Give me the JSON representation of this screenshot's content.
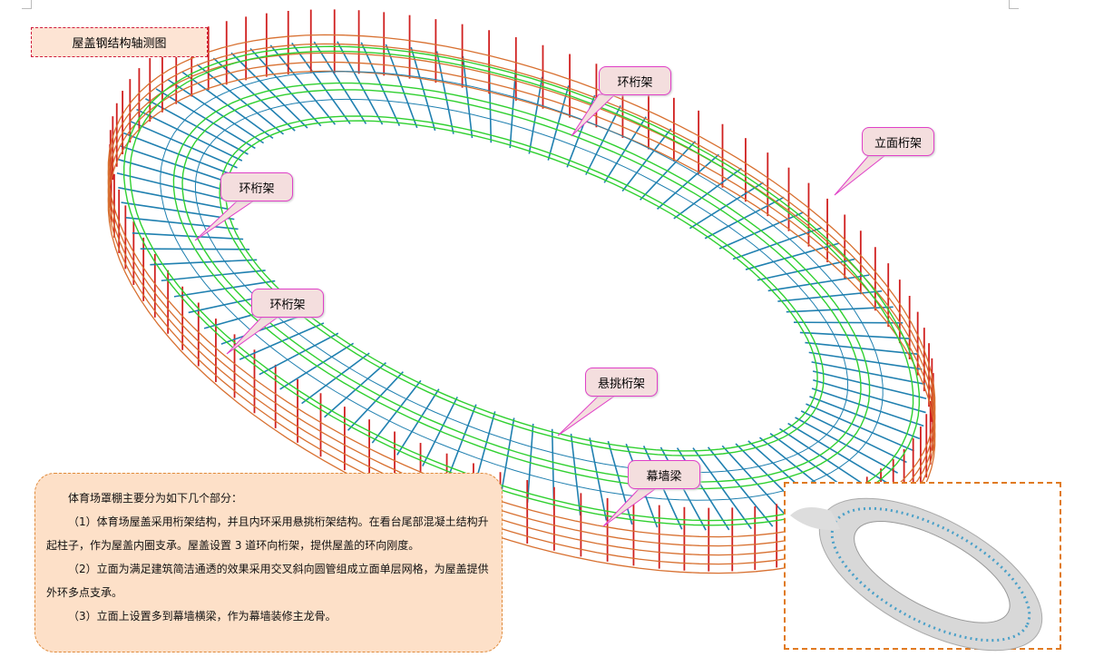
{
  "title": "屋盖钢结构轴测图",
  "callouts": {
    "ring_truss_top": "环桁架",
    "facade_truss": "立面桁架",
    "ring_truss_left": "环桁架",
    "ring_truss_mid": "环桁架",
    "cantilever_truss": "悬挑桁架",
    "curtain_wall_beam": "幕墙梁"
  },
  "description": {
    "intro": "体育场罩棚主要分为如下几个部分：",
    "item1": "（1）体育场屋盖采用桁架结构，并且内环采用悬挑桁架结构。在看台尾部混凝土结构升起柱子，作为屋盖内圈支承。屋盖设置 3 道环向桁架，提供屋盖的环向刚度。",
    "item2": "（2）立面为满足建筑简洁通透的效果采用交叉斜向圆管组成立面单层网格，为屋盖提供外环多点支承。",
    "item3": "（3）立面上设置多到幕墙横梁，作为幕墙装修主龙骨。"
  },
  "colors": {
    "facade": "#d02020",
    "outer_ring": "#d87030",
    "ring_truss": "#30d030",
    "cantilever": "#2080b0",
    "callout_border": "#e040c8"
  }
}
